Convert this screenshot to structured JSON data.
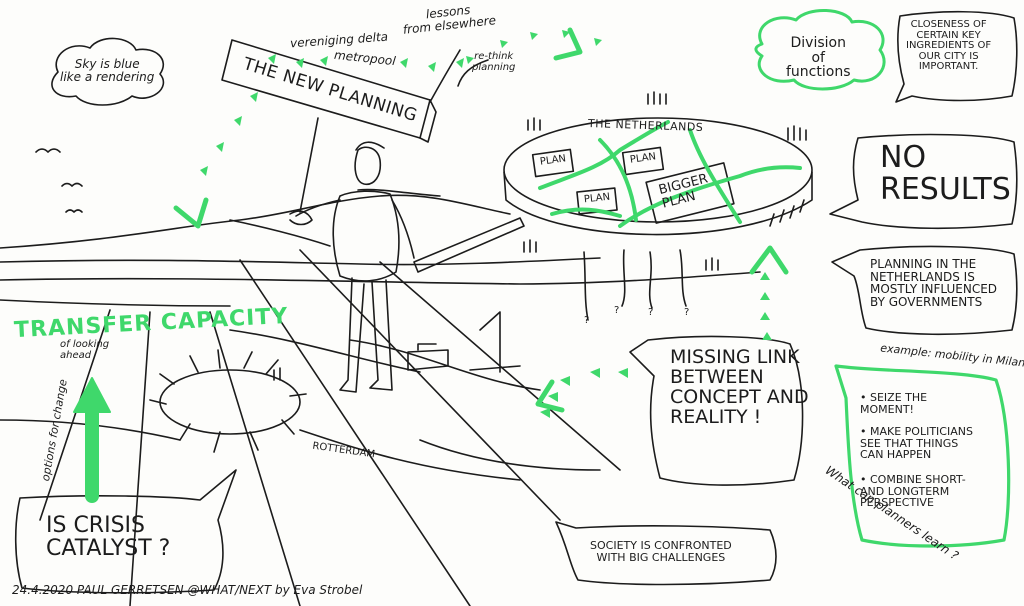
{
  "title_sign": "THE NEW PLANNING",
  "vereniging": "vereniging delta",
  "metropool": "metropool",
  "lessons": "lessons\nfrom elsewhere",
  "rethink": "re-think\nplanning",
  "sky_cloud": "Sky is blue\nlike a rendering",
  "division_cloud": "Division\nof\nfunctions",
  "closeness_box": "CLOSENESS OF\nCERTAIN KEY\nINGREDIENTS OF\nOUR CITY IS\nIMPORTANT.",
  "netherlands": "THE NETHERLANDS",
  "plan_labels": [
    "PLAN",
    "PLAN",
    "PLAN"
  ],
  "bigger_plan": "BIGGER\nPLAN",
  "no_results": "NO\nRESULTS",
  "planning_box": "PLANNING IN THE\nNETHERLANDS IS\nMOSTLY INFLUENCED\nBY GOVERNMENTS",
  "transfer_capacity": "TRANSFER CAPACITY",
  "of_looking_ahead": "of looking\nahead",
  "options_for_change": "options for change",
  "missing_link": "MISSING LINK\nBETWEEN\nCONCEPT AND\nREALITY !",
  "example": "example: mobility in Milan",
  "bullets": [
    "• SEIZE THE\n  MOMENT!",
    "• MAKE POLITICIANS\n  SEE THAT THINGS\n  CAN HAPPEN",
    "• COMBINE SHORT-\n  AND LONGTERM\n  PERSPECTIVE"
  ],
  "what_can_planners": "What can planners learn ?",
  "rotterdam": "ROTTERDAM",
  "is_crisis": "IS CRISIS\nCATALYST ?",
  "society_box": "SOCIETY IS CONFRONTED\nWITH BIG CHALLENGES",
  "footer": "24.4.2020  PAUL GERRETSEN @WHAT/NEXT   by Eva Strobel",
  "question_marks": [
    "?",
    "?",
    "?",
    "?"
  ],
  "colors": {
    "ink": "#1c1c1c",
    "accent": "#3fd86b"
  }
}
